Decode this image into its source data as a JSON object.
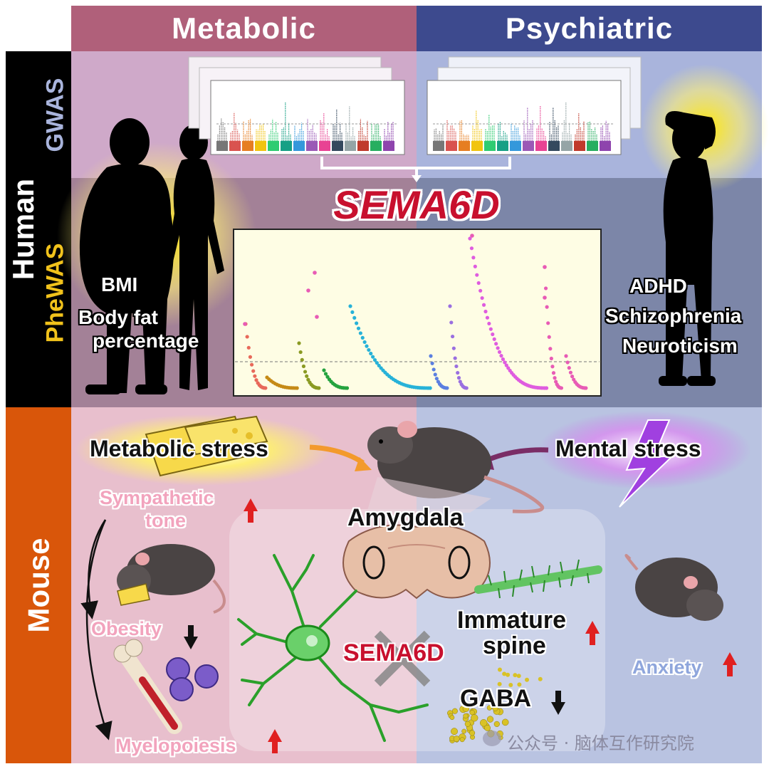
{
  "header": {
    "left": "Metabolic",
    "right": "Psychiatric"
  },
  "side": {
    "human": "Human",
    "gwas": "GWAS",
    "phewas": "PheWAS",
    "mouse": "Mouse"
  },
  "gene": "SEMA6D",
  "human_left": {
    "bmi": "BMI",
    "bodyfat_line1": "Body fat",
    "bodyfat_line2": "percentage"
  },
  "human_right": {
    "adhd": "ADHD",
    "schizophrenia": "Schizophrenia",
    "neuroticism": "Neuroticism"
  },
  "mouse": {
    "metabolic_stress": "Metabolic stress",
    "mental_stress": "Mental stress",
    "sympathetic_line1": "Sympathetic",
    "sympathetic_line2": "tone",
    "amygdala": "Amygdala",
    "obesity": "Obesity",
    "myelopoiesis": "Myelopoiesis",
    "knockout_gene": "SEMA6D",
    "immature_line1": "Immature",
    "immature_line2": "spine",
    "gaba": "GABA",
    "anxiety": "Anxiety"
  },
  "watermark": "公众号 · 脑体互作研究院",
  "colors": {
    "metabolic_header": "#b0607a",
    "psychiatric_header": "#3d4a8e",
    "human_label_bg": "#000000",
    "mouse_label_bg": "#d9560a",
    "gene_red": "#c8102e",
    "up_arrow": "#e02020"
  }
}
